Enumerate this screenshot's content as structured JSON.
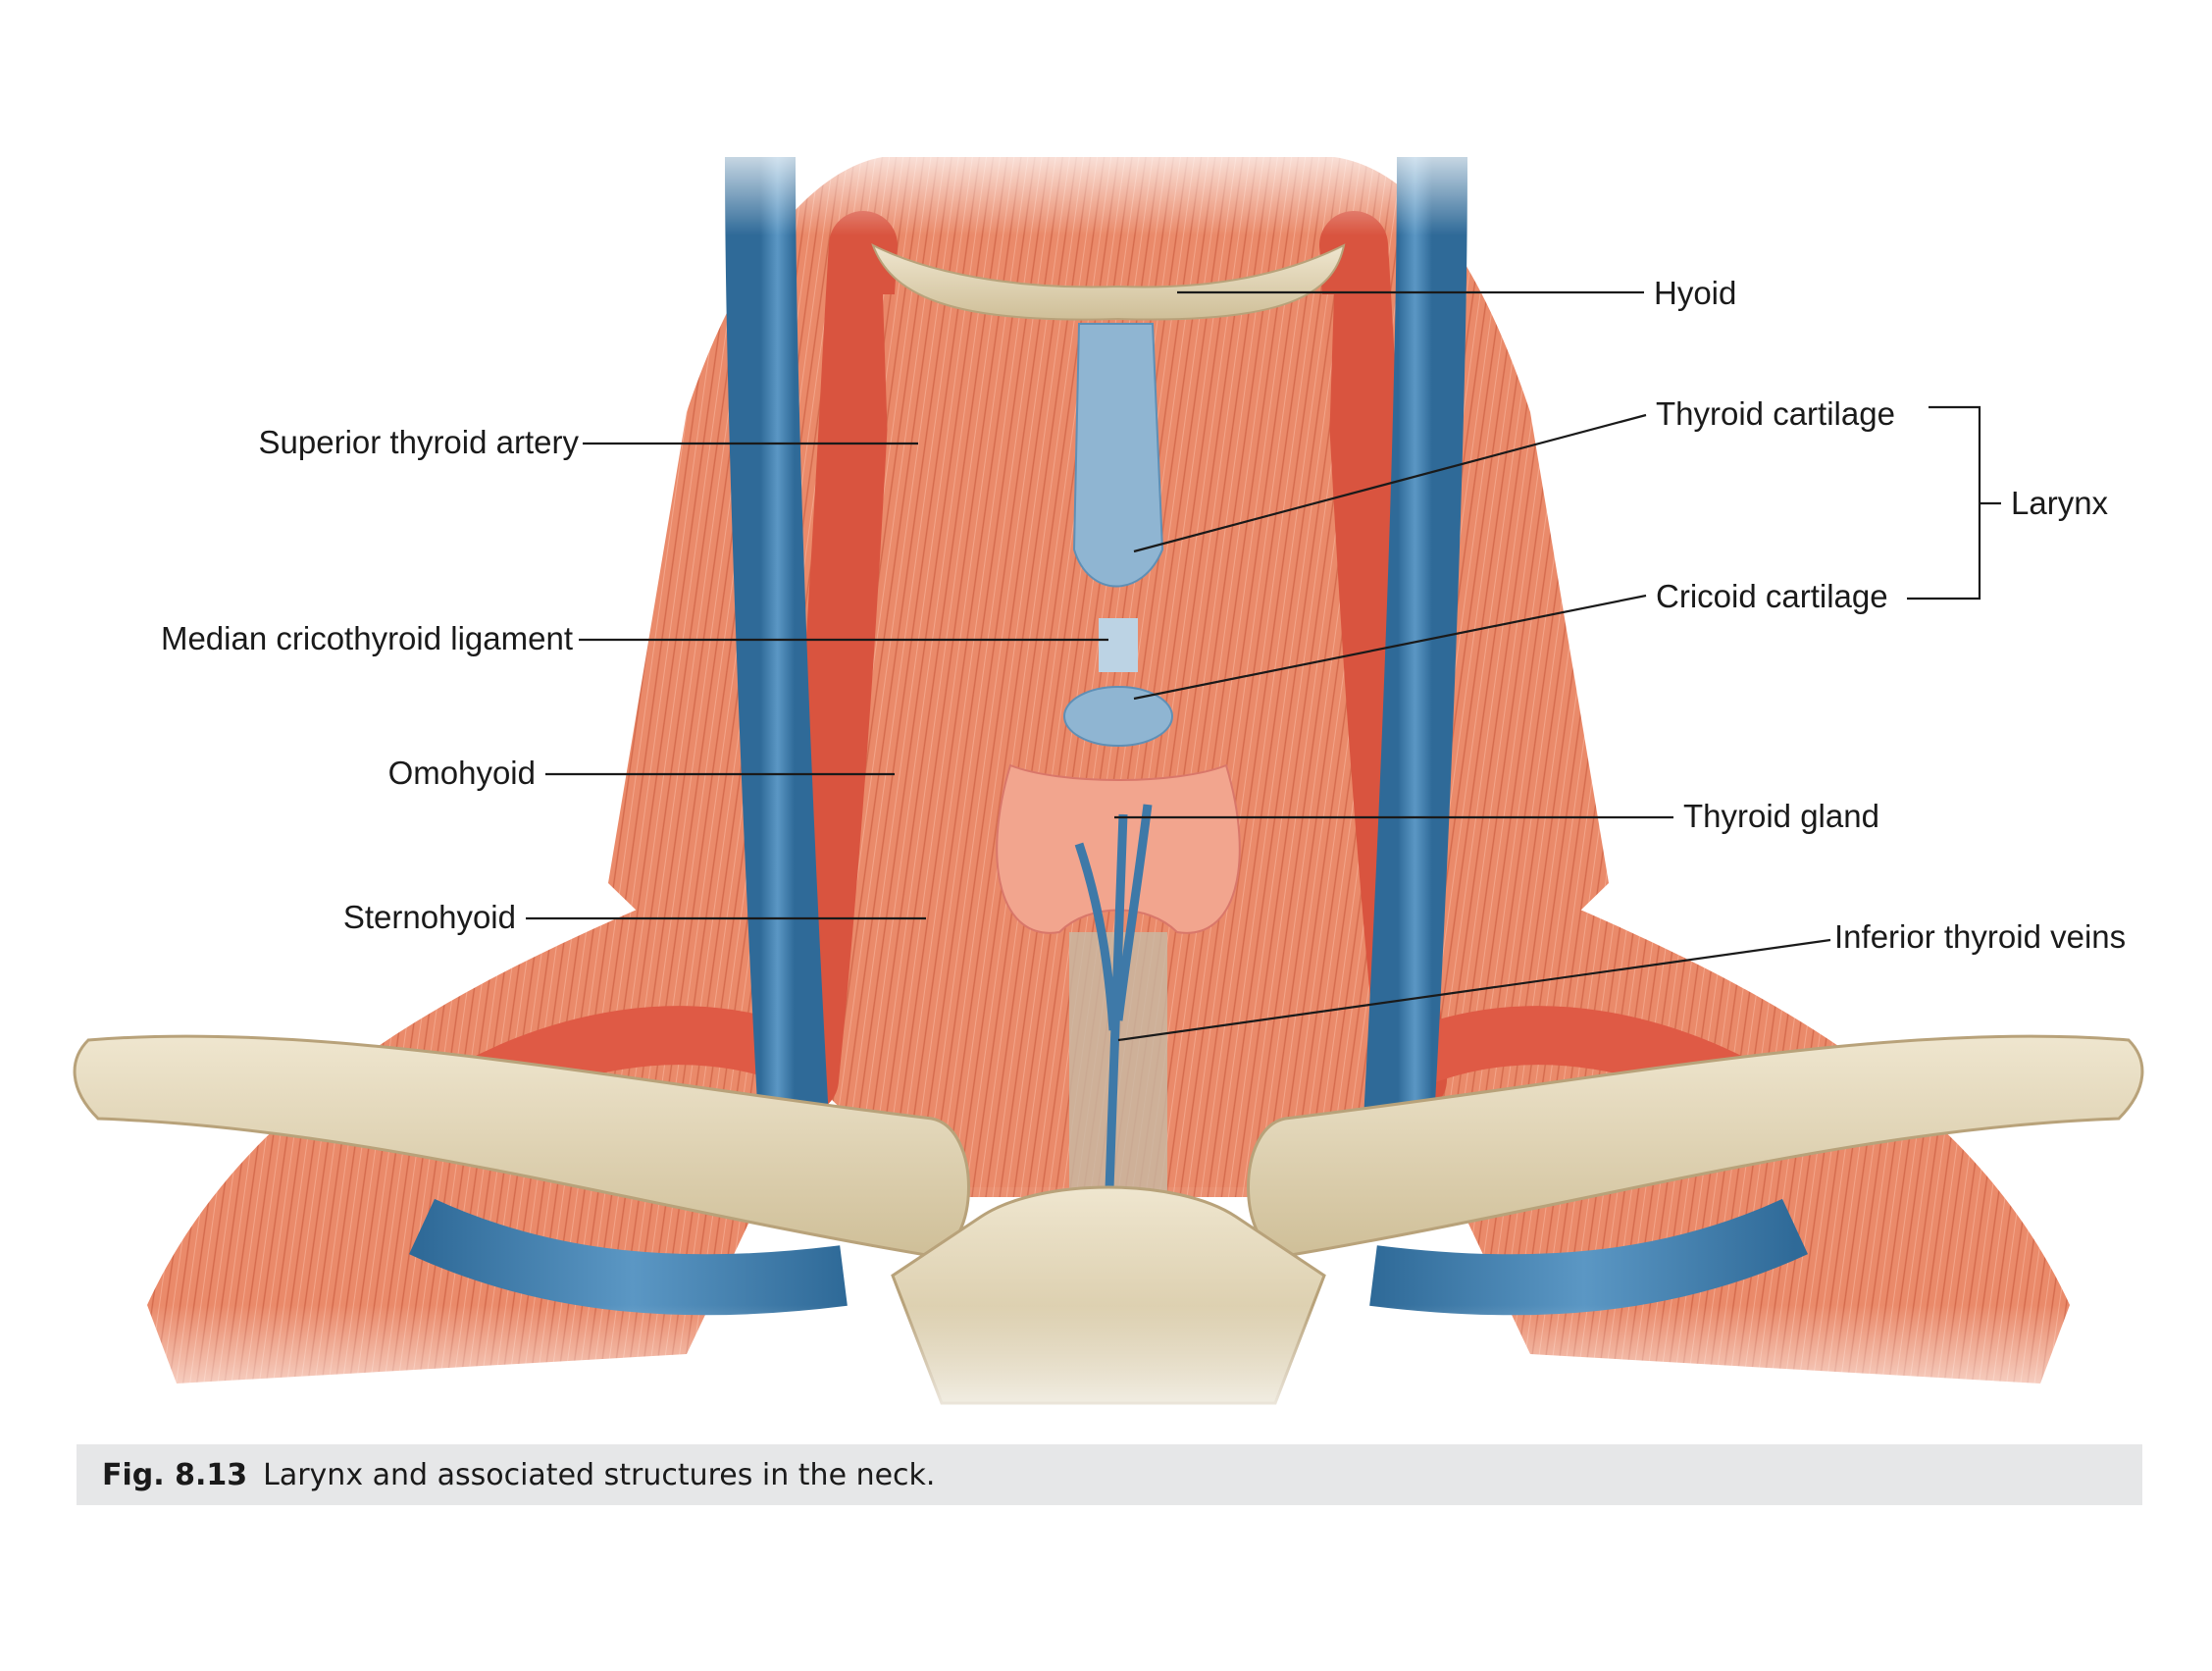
{
  "figure": {
    "labels": {
      "hyoid": "Hyoid",
      "thyroid_cartilage": "Thyroid cartilage",
      "larynx": "Larynx",
      "cricoid_cartilage": "Cricoid cartilage",
      "thyroid_gland": "Thyroid gland",
      "inferior_thyroid_veins": "Inferior thyroid veins",
      "superior_thyroid_artery": "Superior thyroid artery",
      "median_cricothyroid_ligament": "Median cricothyroid ligament",
      "omohyoid": "Omohyoid",
      "sternohyoid": "Sternohyoid"
    },
    "colors": {
      "muscle": "#ea8a6a",
      "muscle_dark": "#d9664a",
      "vein": "#4a86b5",
      "artery": "#e0584a",
      "bone": "#e3d6b8",
      "cartilage": "#8fb5d2",
      "gland": "#f2a58e"
    }
  },
  "caption": {
    "number": "Fig. 8.13",
    "text": "Larynx and associated structures in the neck."
  }
}
